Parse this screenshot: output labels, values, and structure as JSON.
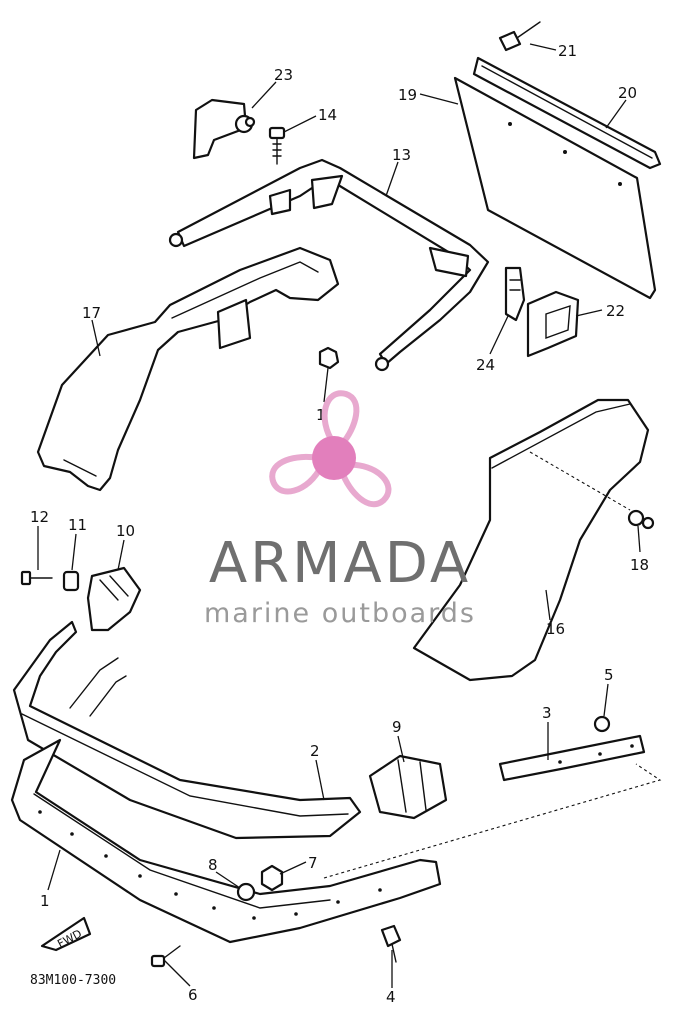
{
  "callouts": [
    "1",
    "2",
    "3",
    "4",
    "5",
    "6",
    "7",
    "8",
    "9",
    "10",
    "11",
    "12",
    "13",
    "14",
    "15",
    "16",
    "17",
    "18",
    "19",
    "20",
    "21",
    "22",
    "23",
    "24"
  ],
  "watermark": {
    "brand": "ARMADA",
    "tagline": "marine outboards",
    "color_main": "#6f6f6f",
    "color_logo": "#e8a9cf",
    "color_logo_dark": "#e27fbc"
  },
  "fwd_label": "FWD",
  "diagram_code": "83M100-7300"
}
